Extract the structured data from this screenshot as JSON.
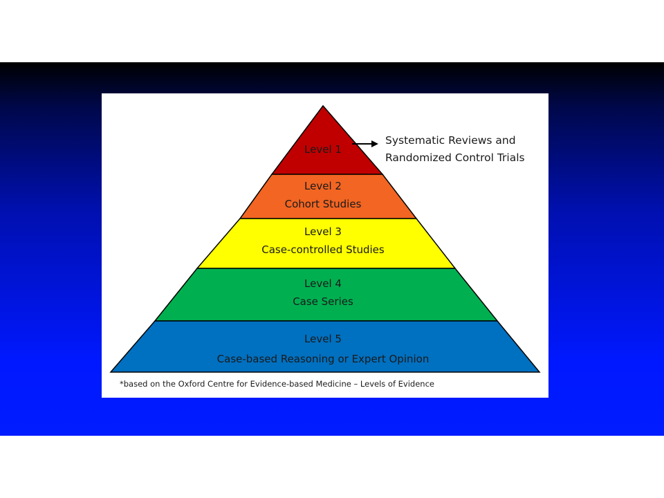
{
  "levels": [
    {
      "title": "Level 1",
      "subtitle": "",
      "color": "#c00000"
    },
    {
      "title": "Level 2",
      "subtitle": "Cohort Studies",
      "color": "#f26522"
    },
    {
      "title": "Level 3",
      "subtitle": "Case-controlled Studies",
      "color": "#ffff00"
    },
    {
      "title": "Level 4",
      "subtitle": "Case Series",
      "color": "#00b050"
    },
    {
      "title": "Level 5",
      "subtitle": "Case-based Reasoning or Expert Opinion",
      "color": "#0070c0"
    }
  ],
  "callout": {
    "line1": "Systematic Reviews and",
    "line2": "Randomized Control Trials"
  },
  "footnote": "*based on the Oxford Centre for Evidence-based Medicine – Levels of Evidence",
  "colors": {
    "background_top": "#000000",
    "background_bottom": "#001cff",
    "panel": "#ffffff",
    "outline": "#000000"
  }
}
